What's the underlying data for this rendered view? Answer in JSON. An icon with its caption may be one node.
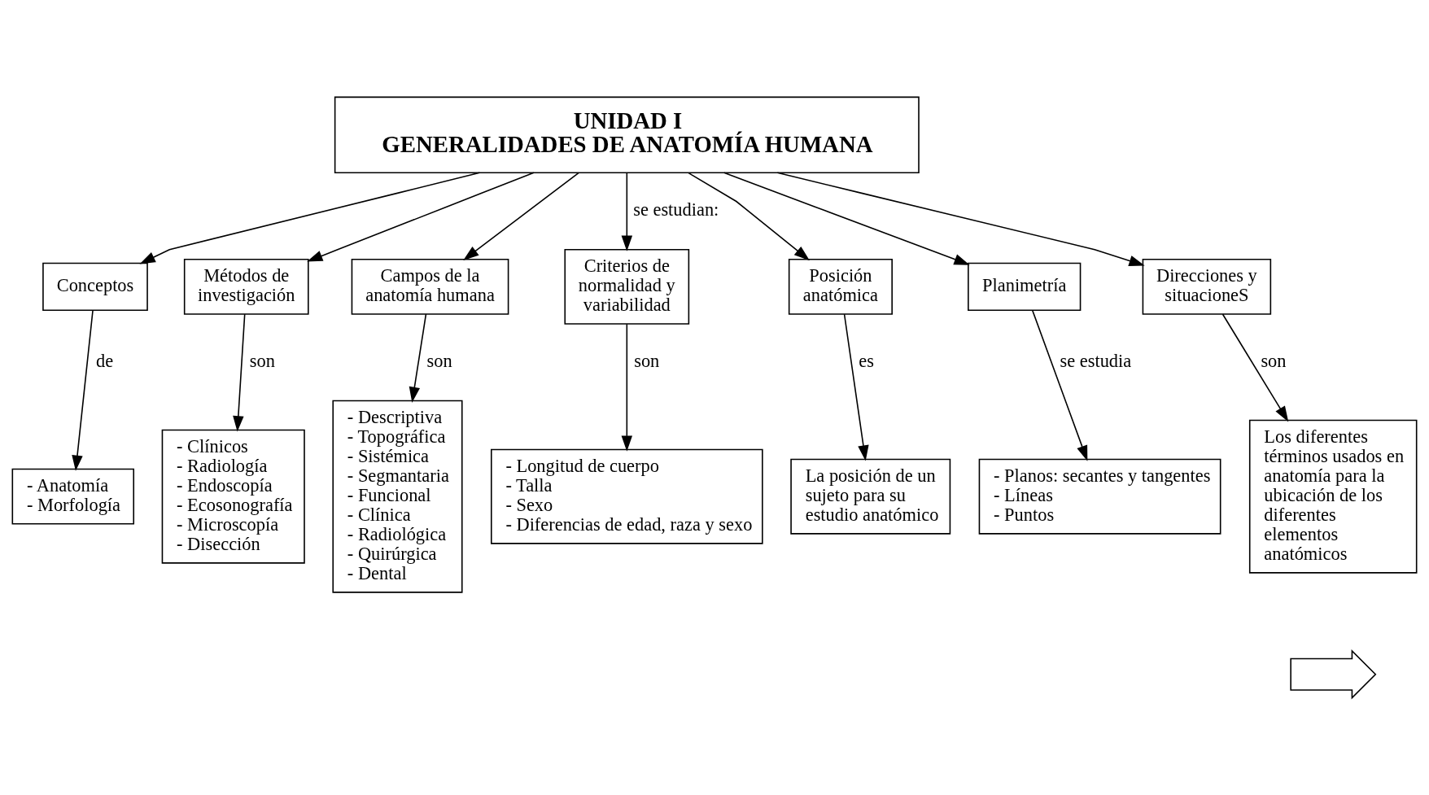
{
  "diagram": {
    "nodes": [
      {
        "text": [
          "UNIDAD I",
          "GENERALIDADES DE ANATOMÍA HUMANA"
        ]
      },
      {
        "text": [
          "Conceptos"
        ]
      },
      {
        "text": [
          "Métodos de investigación"
        ]
      },
      {
        "text": [
          "Campos de la anatomía humana"
        ]
      },
      {
        "text": [
          "Criterios de normalidad y variabilidad"
        ]
      },
      {
        "text": [
          "Posición anatómica"
        ]
      },
      {
        "text": [
          "Planimetría"
        ]
      },
      {
        "text": [
          "Direcciones y situacioneS"
        ]
      },
      {
        "text": [
          "- Anatomía",
          "- Morfología"
        ]
      },
      {
        "text": [
          "- Clínicos",
          "- Radiología",
          "- Endoscopía",
          "- Ecosonografía",
          "- Microscopía",
          "- Disección"
        ]
      },
      {
        "text": [
          "- Descriptiva",
          "- Topográfica",
          "- Sistémica",
          "- Segmantaria",
          "- Funcional",
          "- Clínica",
          "- Radiológica",
          "- Quirúrgica",
          "- Dental"
        ]
      },
      {
        "text": [
          "- Longitud de cuerpo",
          "- Talla",
          "- Sexo",
          "- Diferencias de edad, raza y sexo"
        ]
      },
      {
        "text": [
          "La posición de un sujeto para su estudio anatómico"
        ]
      },
      {
        "text": [
          "- Planos: secantes y tangentes",
          "- Líneas",
          "- Puntos"
        ]
      },
      {
        "text": [
          "Los diferentes términos usados en anatomía para la ubicación de los diferentes elementos anatómicos"
        ]
      },
      {
        "text": [],
        "shape": "arrow"
      }
    ],
    "edges": [
      {
        "from": 0,
        "to": 1,
        "arrow": "to"
      },
      {
        "from": 0,
        "to": 2,
        "arrow": "to"
      },
      {
        "from": 0,
        "to": 3,
        "arrow": "to"
      },
      {
        "from": 0,
        "to": 4,
        "label": "se estudian:",
        "arrow": "to"
      },
      {
        "from": 0,
        "to": 5,
        "arrow": "to"
      },
      {
        "from": 0,
        "to": 6,
        "arrow": "to"
      },
      {
        "from": 0,
        "to": 7,
        "arrow": "to"
      },
      {
        "from": 1,
        "to": 8,
        "label": "de",
        "arrow": "to"
      },
      {
        "from": 2,
        "to": 9,
        "label": "son",
        "arrow": "to"
      },
      {
        "from": 3,
        "to": 10,
        "label": "son",
        "arrow": "to"
      },
      {
        "from": 4,
        "to": 11,
        "label": "son",
        "arrow": "to"
      },
      {
        "from": 5,
        "to": 12,
        "label": "es",
        "arrow": "to"
      },
      {
        "from": 6,
        "to": 13,
        "label": "se estudia",
        "arrow": "to"
      },
      {
        "from": 7,
        "to": 14,
        "label": "son",
        "arrow": "to"
      }
    ]
  }
}
